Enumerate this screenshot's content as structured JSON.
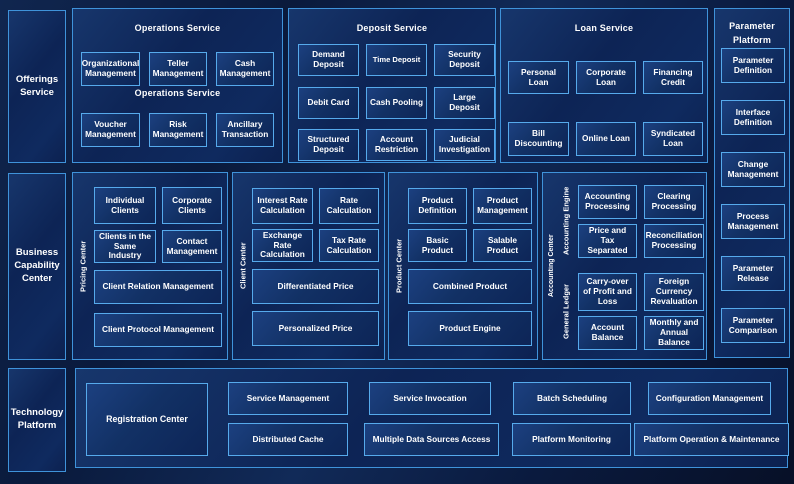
{
  "sidebar": {
    "offerings_label": "Offerings Service",
    "business_capability_label": "Business Capability Center",
    "technology_label": "Technology Platform"
  },
  "operations_service": {
    "title": "Operations Service",
    "subtitle": "Operations Service",
    "row1": [
      "Organizational Management",
      "Teller Management",
      "Cash Management"
    ],
    "row2": [
      "Voucher Management",
      "Risk Management",
      "Ancillary Transaction"
    ]
  },
  "deposit_service": {
    "title": "Deposit Service",
    "items": [
      "Demand Deposit",
      "Time Deposit",
      "Security Deposit",
      "Debit Card",
      "Cash Pooling",
      "Large Deposit",
      "Structured Deposit",
      "Account Restriction",
      "Judicial Investigation"
    ]
  },
  "loan_service": {
    "title": "Loan Service",
    "items": [
      "Personal Loan",
      "Corporate Loan",
      "Financing Credit",
      "Bill Discounting",
      "Online Loan",
      "Syndicated Loan"
    ]
  },
  "parameter_platform": {
    "title": "Parameter Platform",
    "items": [
      "Parameter Definition",
      "Interface Definition",
      "Change Management",
      "Process Management",
      "Parameter Release",
      "Parameter Comparison"
    ]
  },
  "pricing_center": {
    "label": "Pricing Center",
    "grid": [
      "Individual Clients",
      "Corporate Clients",
      "Clients in the Same Industry",
      "Contact Management"
    ],
    "wide": [
      "Client Relation Management",
      "Client Protocol Management"
    ]
  },
  "client_center": {
    "label": "Client Center",
    "grid": [
      "Interest Rate Calculation",
      "Rate Calculation",
      "Exchange Rate Calculation",
      "Tax Rate Calculation"
    ],
    "wide": [
      "Differentiated Price",
      "Personalized Price"
    ]
  },
  "product_center": {
    "label": "Product Center",
    "grid": [
      "Product Definition",
      "Product Management",
      "Basic Product",
      "Salable Product"
    ],
    "wide": [
      "Combined Product",
      "Product Engine"
    ]
  },
  "accounting_center": {
    "label": "Accounting Center",
    "engine_label": "Accounting Engine",
    "ledger_label": "General Ledger",
    "engine_items": [
      "Accounting Processing",
      "Clearing Processing",
      "Price and Tax Separated",
      "Reconciliation Processing"
    ],
    "ledger_items": [
      "Carry-over of Profit and Loss",
      "Foreign Currency Revaluation",
      "Account Balance",
      "Monthly and Annual Balance"
    ]
  },
  "technology_platform": {
    "registration": "Registration Center",
    "row1": [
      "Service Management",
      "Service Invocation",
      "Batch Scheduling",
      "Configuration Management"
    ],
    "row2": [
      "Distributed Cache",
      "Multiple Data Sources Access",
      "Platform Monitoring",
      "Platform Operation & Maintenance"
    ]
  },
  "colors": {
    "background": "#0a1a3c",
    "panel_border": "#3f93da",
    "box_border": "#56aaec",
    "text": "#ffffff"
  }
}
